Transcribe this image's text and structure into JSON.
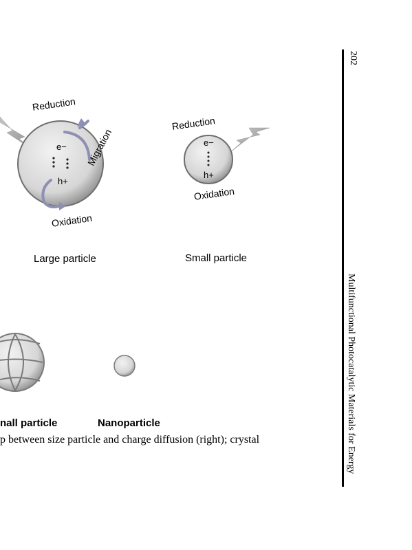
{
  "page": {
    "number": "202",
    "running_header": "Multifunctional Photocatalytic Materials for Energy"
  },
  "figure": {
    "large": {
      "reduction": "Reduction",
      "migration": "Migration",
      "electron": "e−",
      "hole": "h+",
      "oxidation": "Oxidation",
      "label": "Large particle"
    },
    "small": {
      "reduction": "Reduction",
      "electron": "e−",
      "hole": "h+",
      "oxidation": "Oxidation",
      "label": "Small particle"
    },
    "bottom": {
      "label_left": "nall particle",
      "label_right": "Nanoparticle"
    },
    "caption": "p between size particle and charge diffusion (right); crystal"
  }
}
